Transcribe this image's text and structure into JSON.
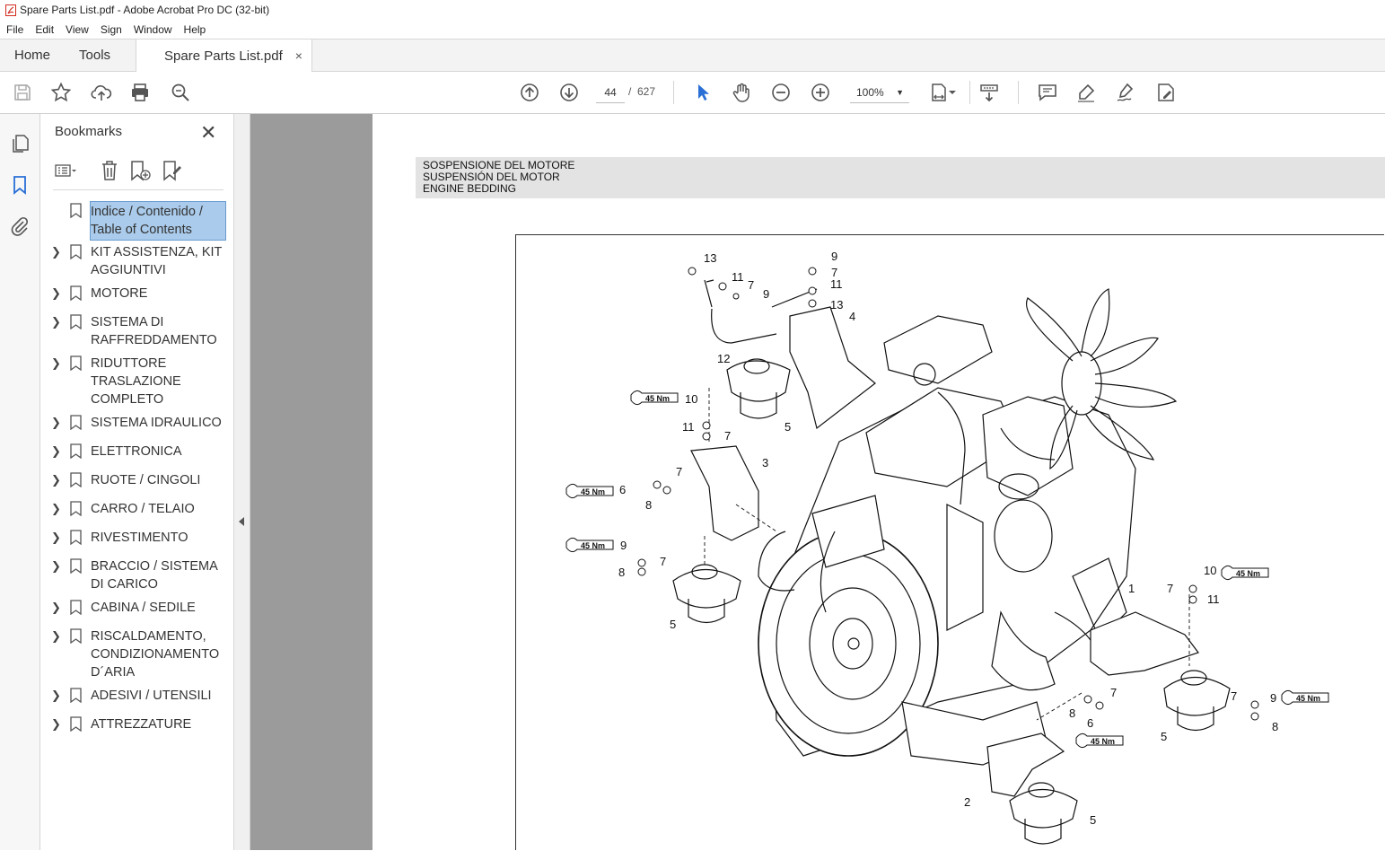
{
  "window": {
    "title": "Spare Parts List.pdf - Adobe Acrobat Pro DC (32-bit)"
  },
  "menu": [
    "File",
    "Edit",
    "View",
    "Sign",
    "Window",
    "Help"
  ],
  "tabs": {
    "home": "Home",
    "tools": "Tools",
    "document": "Spare Parts List.pdf",
    "close_glyph": "×"
  },
  "toolbar": {
    "page_current": "44",
    "page_separator": "/",
    "page_total": "627",
    "zoom": "100%"
  },
  "bookmarks": {
    "title": "Bookmarks",
    "close_glyph": "✕",
    "items": [
      {
        "label": "Indice / Contenido / Table of Contents",
        "selected": true,
        "expandable": false
      },
      {
        "label": "KIT ASSISTENZA, KIT AGGIUNTIVI",
        "expandable": true
      },
      {
        "label": "MOTORE",
        "expandable": true
      },
      {
        "label": "SISTEMA DI RAFFREDDAMENTO",
        "expandable": true
      },
      {
        "label": "RIDUTTORE TRASLAZIONE COMPLETO",
        "expandable": true
      },
      {
        "label": "SISTEMA IDRAULICO",
        "expandable": true
      },
      {
        "label": "ELETTRONICA",
        "expandable": true
      },
      {
        "label": "RUOTE / CINGOLI",
        "expandable": true
      },
      {
        "label": "CARRO / TELAIO",
        "expandable": true
      },
      {
        "label": "RIVESTIMENTO",
        "expandable": true
      },
      {
        "label": "BRACCIO / SISTEMA DI CARICO",
        "expandable": true
      },
      {
        "label": "CABINA / SEDILE",
        "expandable": true
      },
      {
        "label": "RISCALDAMENTO, CONDIZIONAMENTO D´ARIA",
        "expandable": true
      },
      {
        "label": "ADESIVI / UTENSILI",
        "expandable": true
      },
      {
        "label": "ATTREZZATURE",
        "expandable": true
      }
    ]
  },
  "document": {
    "heading_lines": [
      "SOSPENSIONE DEL MOTORE",
      "SUSPENSIÓN DEL MOTOR",
      "ENGINE BEDDING"
    ],
    "torque_label": "45 Nm",
    "callouts": [
      "13",
      "11",
      "7",
      "9",
      "9",
      "7",
      "11",
      "13",
      "4",
      "12",
      "10",
      "11",
      "7",
      "5",
      "3",
      "7",
      "6",
      "8",
      "9",
      "7",
      "8",
      "5",
      "10",
      "7",
      "11",
      "1",
      "7",
      "8",
      "6",
      "9",
      "7",
      "8",
      "5",
      "2",
      "5"
    ]
  }
}
